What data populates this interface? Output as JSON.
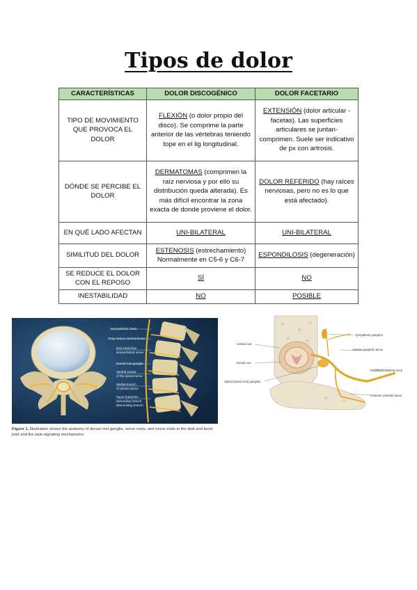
{
  "title": "Tipos de dolor",
  "table": {
    "headers": [
      "CARACTERÍSTICAS",
      "DOLOR DISCOGÉNICO",
      "DOLOR FACETARIO"
    ],
    "rows": [
      {
        "label": "TIPO DE MOVIMIENTO QUE PROVOCA EL DOLOR",
        "disc_key": "FLEXIÓN",
        "disc_text": " (o dolor propio del disco). Se comprime la parte anterior de las vértebras teniendo tope en el lig longitudinal.",
        "facet_key": "EXTENSIÓN",
        "facet_text": " (dolor articular - facetas). Las superficies articulares se juntan-comprimen. Suele ser indicativo de px con artrosis."
      },
      {
        "label": "DÓNDE SE PERCIBE EL DOLOR",
        "disc_key": "DERMATOMAS",
        "disc_text": " (comprimen la raíz nerviosa y por ello su distribución queda alterada). Es más difícil encontrar la zona exacta de donde proviene el dolor.",
        "facet_key": "DOLOR REFERIDO",
        "facet_text": " (hay raíces nerviosas, pero no es lo que está afectado)."
      },
      {
        "label": "EN QUÉ LADO AFECTAN",
        "disc_key": "UNI-BILATERAL",
        "disc_text": "",
        "facet_key": "UNI-BILATERAL",
        "facet_text": ""
      },
      {
        "label": "SIMILITUD DEL DOLOR",
        "disc_key": "ESTENOSIS",
        "disc_text": " (estrechamiento) Normalmente en C5-6 y C6-7",
        "facet_key": "ESPONDILOSIS",
        "facet_text": " (degeneración)"
      },
      {
        "label": "SE REDUCE EL DOLOR CON EL REPOSO",
        "disc_key": "SÍ",
        "disc_text": "",
        "facet_key": "NO",
        "facet_text": ""
      },
      {
        "label": "INESTABILIDAD",
        "disc_key": "NO",
        "disc_text": "",
        "facet_key": "POSIBLE",
        "facet_text": ""
      }
    ]
  },
  "figure_left": {
    "labels": {
      "sympathetic_chain": "Sympathetic chain",
      "gray_ramus": "Gray ramus communicans",
      "disc_branches_1": "Disc branches",
      "disc_branches_2": "sinuvertebral nerve",
      "dorsal_root_ganglia": "Dorsal root ganglia",
      "ventral_ramus_1": "Ventral ramus",
      "ventral_ramus_2": "of the spinal nerve",
      "medial_branch_1": "Medial branch",
      "medial_branch_2": "of dorsal ramus",
      "facet_branches_1": "Facet branches",
      "facet_branches_2": "ascending branch",
      "facet_branches_3": "descending branch"
    },
    "caption_label": "Figure 1.",
    "caption_text": "Illustration shows the anatomy of dorsal root ganglia, nerve roots, and nerve ends in the disk and facet joint and the pain-signaling mechanisms."
  },
  "figure_right": {
    "labels": {
      "sympathetic_ganglion": "Sympathetic ganglion",
      "anterior_ramus": "Anterior (ventral) ramus",
      "ventral_root": "Ventral root",
      "dorsal_root": "Dorsal root",
      "peripheral_nerve": "Peripheral nerve to trunk",
      "spinal_ganglion": "Spinal (dorsal root) ganglion",
      "posterior_ramus": "Posterior (dorsal) ramus"
    }
  }
}
